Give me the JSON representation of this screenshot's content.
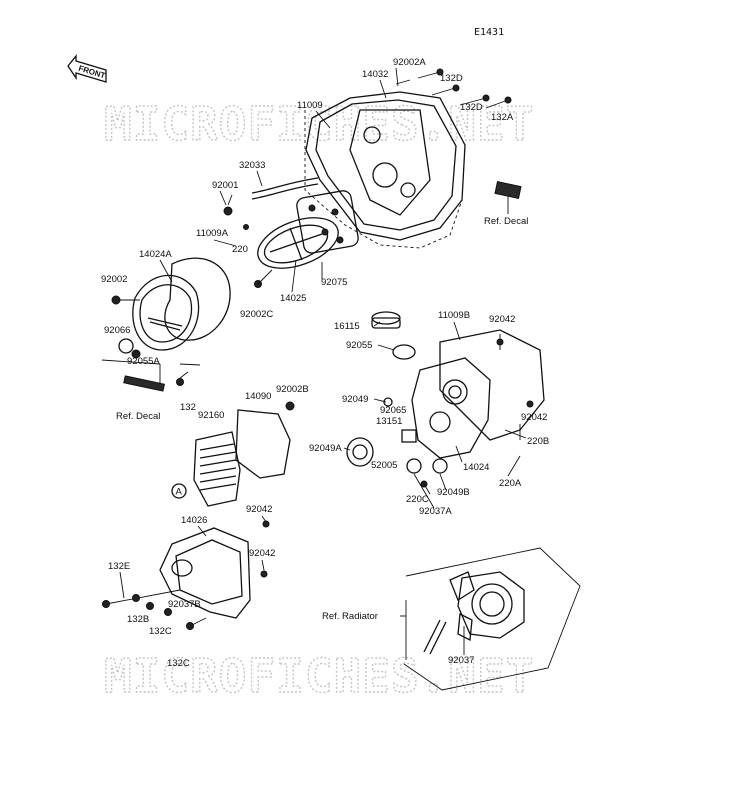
{
  "diagram_code": "E1431",
  "front_label": "FRONT",
  "watermark": "MICROFICHES.NET",
  "circle_marker": "A",
  "parts": [
    {
      "id": "92002A"
    },
    {
      "id": "14032"
    },
    {
      "id": "132D"
    },
    {
      "id": "132D"
    },
    {
      "id": "11009"
    },
    {
      "id": "132A"
    },
    {
      "id": "32033"
    },
    {
      "id": "92001"
    },
    {
      "id": "11009A"
    },
    {
      "id": "220"
    },
    {
      "id": "14024A"
    },
    {
      "id": "92002"
    },
    {
      "id": "14025"
    },
    {
      "id": "92075"
    },
    {
      "id": "92002C"
    },
    {
      "id": "92066"
    },
    {
      "id": "92055A"
    },
    {
      "id": "132"
    },
    {
      "id": "16115"
    },
    {
      "id": "11009B"
    },
    {
      "id": "92042"
    },
    {
      "id": "92055"
    },
    {
      "id": "14090"
    },
    {
      "id": "92002B"
    },
    {
      "id": "92160"
    },
    {
      "id": "92049"
    },
    {
      "id": "92065"
    },
    {
      "id": "13151"
    },
    {
      "id": "92042"
    },
    {
      "id": "92049A"
    },
    {
      "id": "220B"
    },
    {
      "id": "52005"
    },
    {
      "id": "14024"
    },
    {
      "id": "220A"
    },
    {
      "id": "220C"
    },
    {
      "id": "92049B"
    },
    {
      "id": "92037A"
    },
    {
      "id": "14026"
    },
    {
      "id": "92042"
    },
    {
      "id": "92042"
    },
    {
      "id": "132E"
    },
    {
      "id": "92037B"
    },
    {
      "id": "132B"
    },
    {
      "id": "132C"
    },
    {
      "id": "132C"
    },
    {
      "id": "92037"
    }
  ],
  "references": [
    {
      "text": "Ref. Decal"
    },
    {
      "text": "Ref. Decal"
    },
    {
      "text": "Ref. Radiator"
    }
  ]
}
